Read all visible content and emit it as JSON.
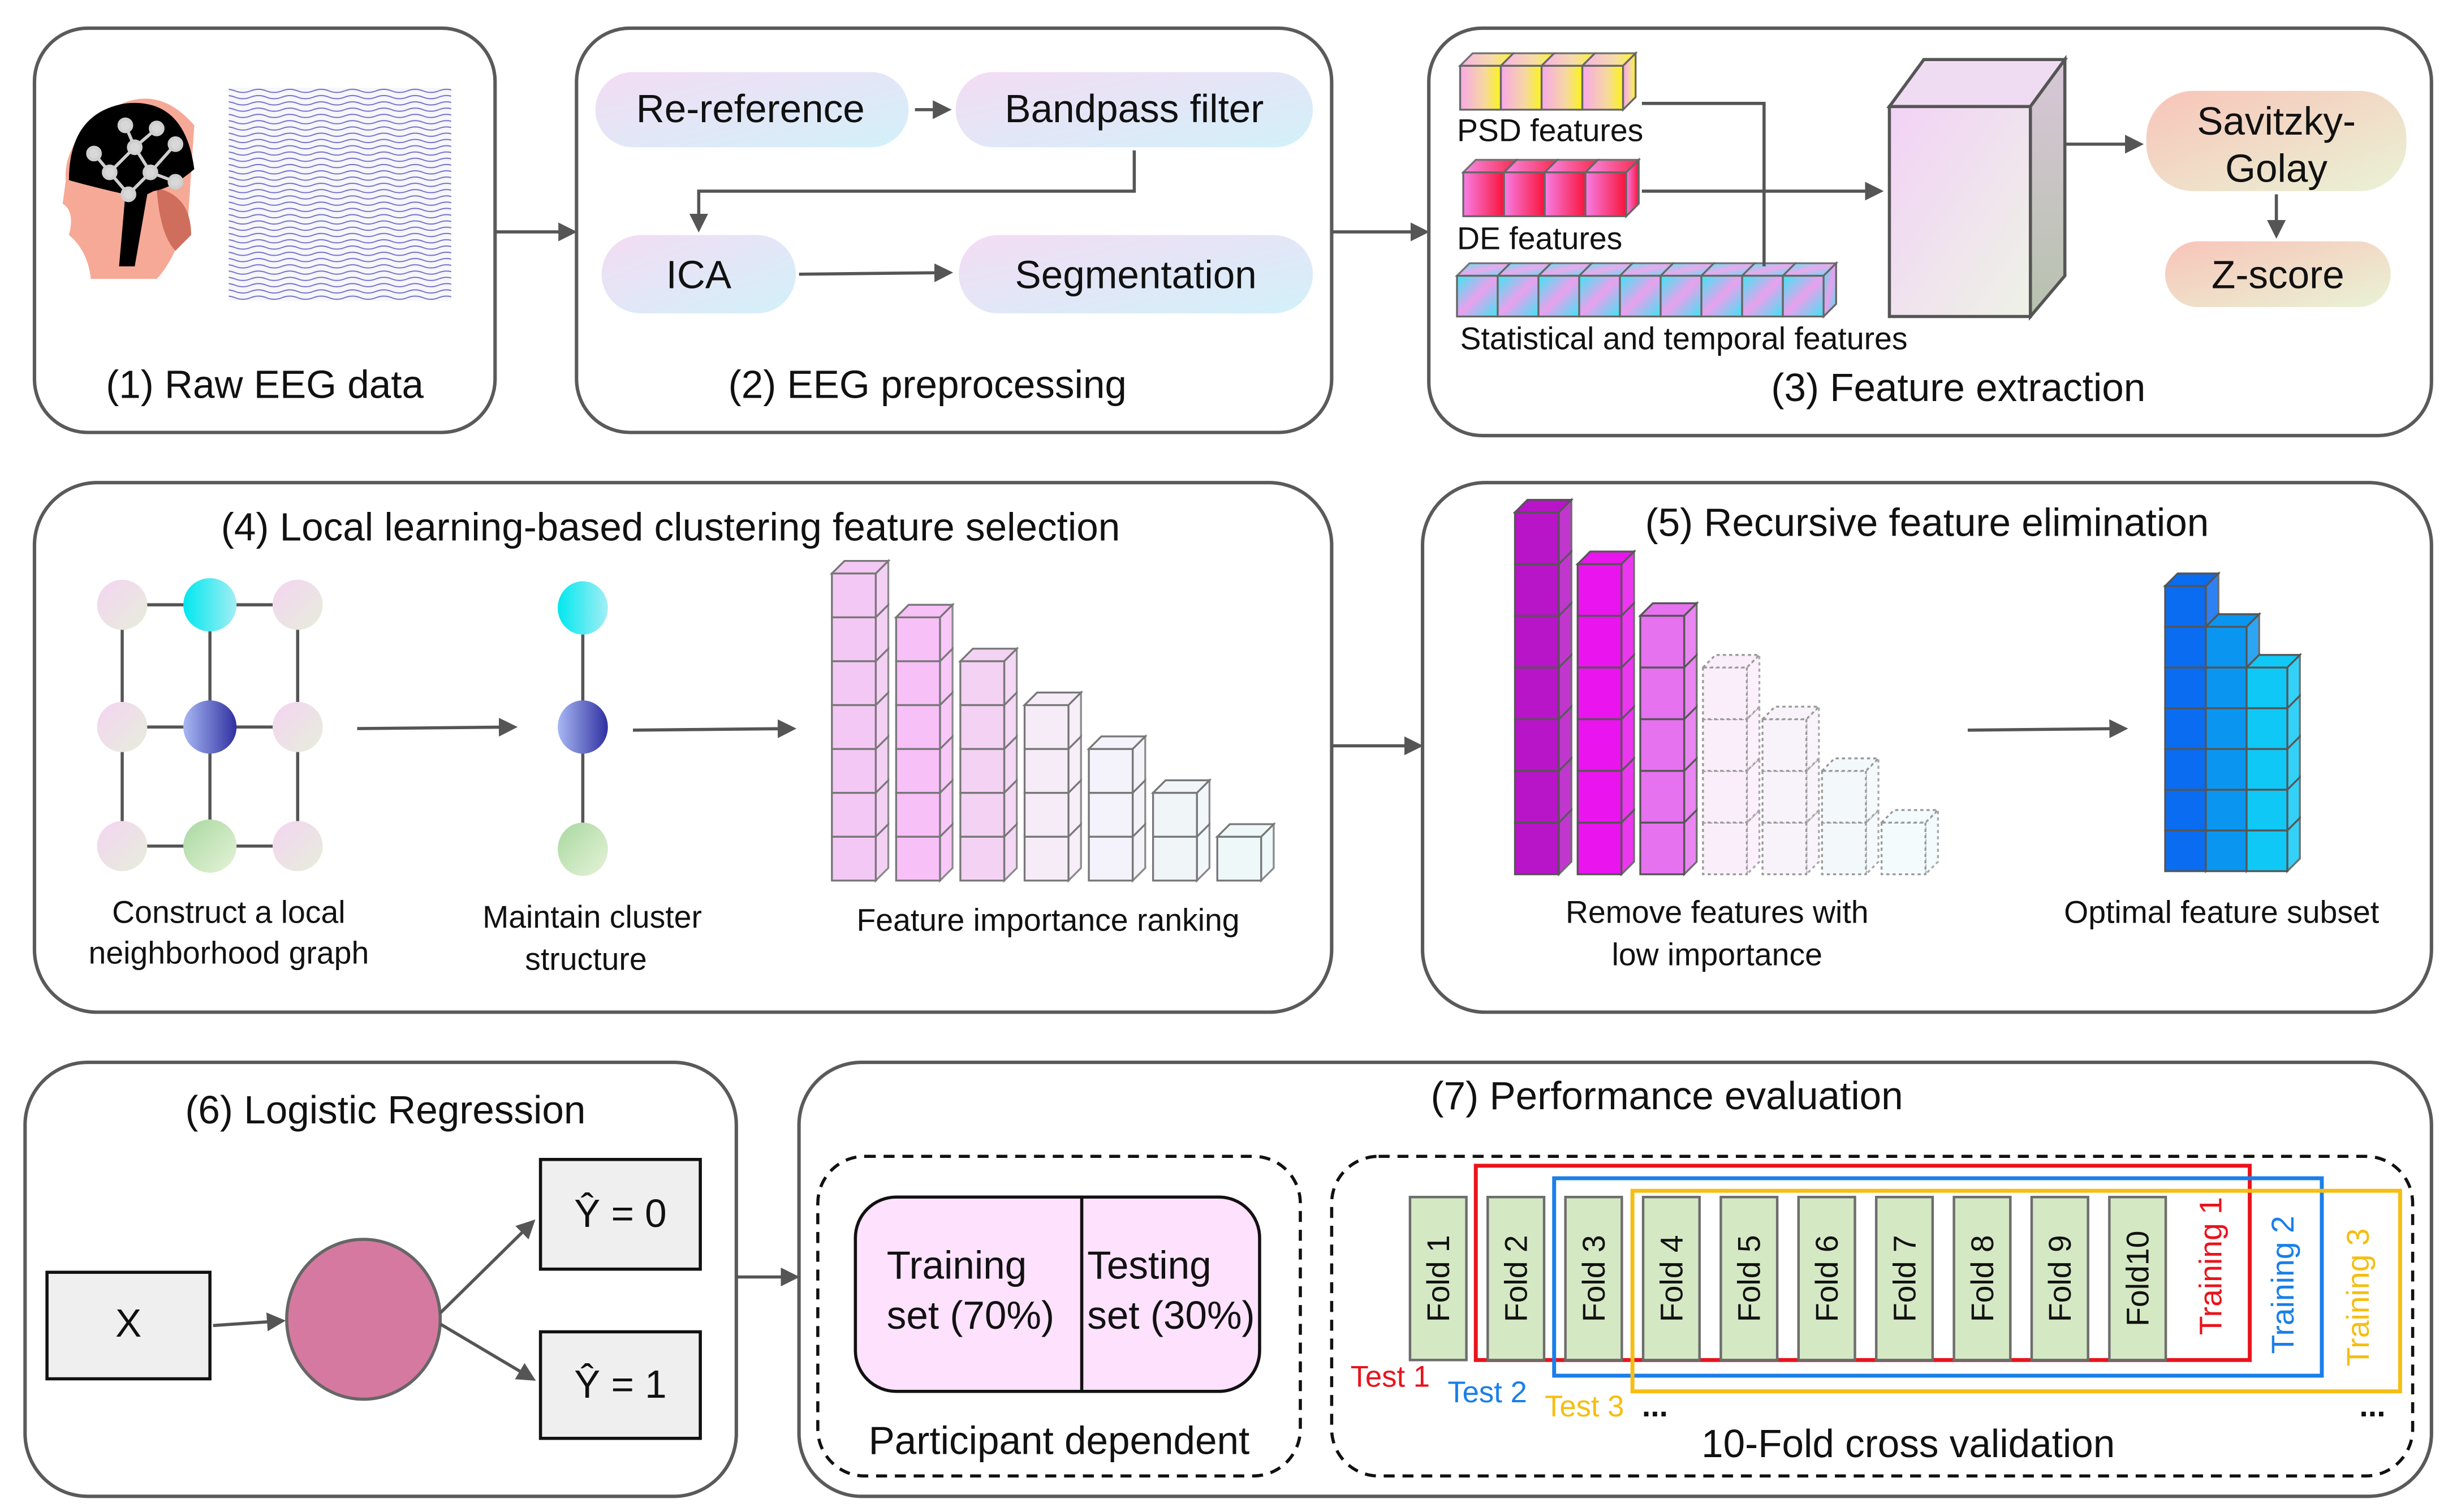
{
  "figure": {
    "panels": {
      "raw_eeg": {
        "title": "(1) Raw EEG data"
      },
      "preprocessing": {
        "title": "(2) EEG preprocessing",
        "steps": [
          "Re-reference",
          "Bandpass filter",
          "ICA",
          "Segmentation"
        ]
      },
      "feature_extraction": {
        "title": "(3) Feature extraction",
        "feature_groups": [
          "PSD features",
          "DE features",
          "Statistical and temporal features"
        ],
        "feature_group_block_counts": [
          4,
          4,
          9
        ],
        "post_steps": [
          "Savitzky-Golay",
          "Z-score"
        ],
        "savitzky_line1": "Savitzky-",
        "savitzky_line2": "Golay"
      },
      "llcfs": {
        "title": "(4) Local learning-based clustering feature selection",
        "captions": {
          "graph_line1": "Construct a local",
          "graph_line2": "neighborhood graph",
          "cluster_line1": "Maintain cluster",
          "cluster_line2": "structure",
          "ranking": "Feature importance ranking"
        },
        "ranking_stack_heights": [
          7,
          6,
          5,
          4,
          3,
          2,
          1
        ]
      },
      "rfe": {
        "title": "(5) Recursive feature elimination",
        "captions": {
          "remove_line1": "Remove features with",
          "remove_line2": "low importance",
          "optimal": "Optimal feature subset"
        },
        "kept_stack_heights": [
          7,
          6,
          5
        ],
        "removed_stack_heights": [
          4,
          3,
          2,
          1
        ],
        "optimal_stack_heights": [
          7,
          6,
          5
        ]
      },
      "logistic_regression": {
        "title": "(6) Logistic Regression",
        "input": "X",
        "outputs": [
          "Ŷ = 0",
          "Ŷ = 1"
        ]
      },
      "evaluation": {
        "title": "(7) Performance evaluation",
        "participant_dependent": {
          "caption": "Participant dependent",
          "train_line1": "Training",
          "train_line2": "set (70%)",
          "test_line1": "Testing",
          "test_line2": "set (30%)",
          "train_fraction": 0.7,
          "test_fraction": 0.3
        },
        "cross_validation": {
          "caption": "10-Fold cross validation",
          "folds": [
            "Fold 1",
            "Fold 2",
            "Fold 3",
            "Fold 4",
            "Fold 5",
            "Fold 6",
            "Fold 7",
            "Fold 8",
            "Fold 9",
            "Fold10"
          ],
          "tests": [
            {
              "label": "Test 1",
              "color": "#e8141c"
            },
            {
              "label": "Test 2",
              "color": "#1a7fe8"
            },
            {
              "label": "Test 3",
              "color": "#f5be12"
            }
          ],
          "trainings": [
            {
              "label": "Training 1",
              "color": "#e8141c"
            },
            {
              "label": "Training 2",
              "color": "#1a7fe8"
            },
            {
              "label": "Training 3",
              "color": "#f5be12"
            }
          ],
          "ellipsis": "..."
        }
      }
    },
    "colors": {
      "panel_border": "#5a5a5a",
      "arrow": "#555555",
      "lr_node": "#d679a0",
      "fold_fill": "#d5e8c4",
      "split_fill": "#fde1fd"
    }
  }
}
